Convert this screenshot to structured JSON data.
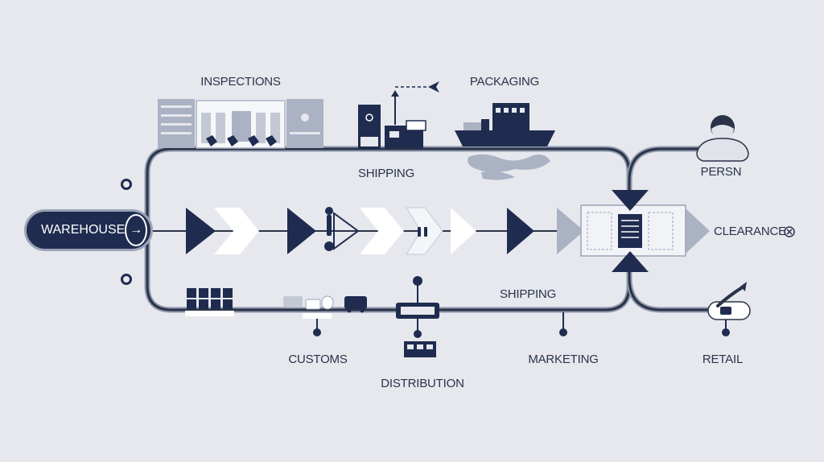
{
  "labels": {
    "inspections": "INSPECTIONS",
    "packaging": "PACKAGING",
    "shipping_top": "SHIPPING",
    "shipping_bottom": "SHIPPING",
    "warehouse": "WAREHOUSE",
    "clearance": "CLEARANCE",
    "persn": "PERSN",
    "customs": "CUSTOMS",
    "distribution": "DISTRIBUTION",
    "marketing": "MARKETING",
    "retail": "RETAIL"
  },
  "colors": {
    "navy": "#1f2c4f",
    "track": "#2a3348",
    "track_border": "#8f98ad",
    "gray": "#aab2c4",
    "background": "#e6e8ee"
  },
  "icons": {
    "warehouse_arrow": "arrow-right-icon",
    "clearance_mark": "circle-x-icon"
  }
}
